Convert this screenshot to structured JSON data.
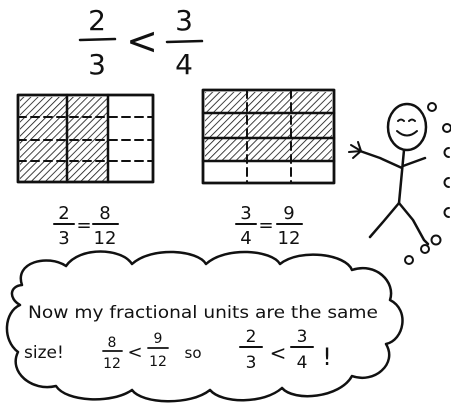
{
  "title": {
    "left": {
      "numerator": "2",
      "denominator": "3"
    },
    "sign": "<",
    "right": {
      "numerator": "3",
      "denominator": "4"
    }
  },
  "left_model": {
    "rows": 4,
    "cols": 3,
    "shaded_cols": 2,
    "caption": {
      "lhs_num": "2",
      "lhs_den": "3",
      "eq": "=",
      "rhs_num": "8",
      "rhs_den": "12"
    }
  },
  "right_model": {
    "rows": 4,
    "cols": 3,
    "shaded_rows": 3,
    "caption": {
      "lhs_num": "3",
      "lhs_den": "4",
      "eq": "=",
      "rhs_num": "9",
      "rhs_den": "12"
    }
  },
  "speech": {
    "line1": "Now my fractional units are the same",
    "line2_prefix": "size!",
    "f1_num": "8",
    "f1_den": "12",
    "lt1": "<",
    "f2_num": "9",
    "f2_den": "12",
    "so": "so",
    "f3_num": "2",
    "f3_den": "3",
    "lt2": "<",
    "f4_num": "3",
    "f4_den": "4",
    "exclaim": "!"
  },
  "colors": {
    "ink": "#111111",
    "paper": "#ffffff"
  }
}
